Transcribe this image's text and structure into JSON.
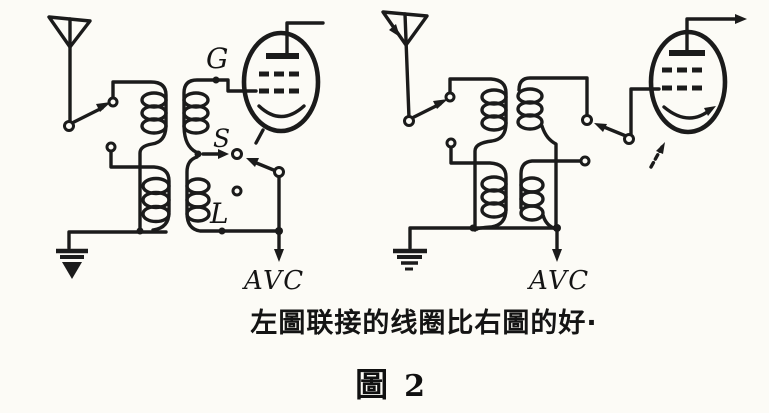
{
  "figure": {
    "caption": "左圖联接的线圈比右圖的好·",
    "label": "圖",
    "number": "2"
  },
  "left_circuit": {
    "labels": {
      "grid": "G",
      "tap": "S",
      "coil": "L",
      "avc": "AVC"
    },
    "components": [
      "antenna-icon",
      "band-switch-icon",
      "antenna-coil-transformer",
      "grid-coil-transformer",
      "vacuum-tube-icon",
      "earth-ground-icon",
      "avc-arrow"
    ]
  },
  "right_circuit": {
    "labels": {
      "avc": "AVC"
    },
    "components": [
      "antenna-icon",
      "band-switch-icon",
      "antenna-coil-transformer",
      "grid-coil-transformer",
      "vacuum-tube-icon",
      "earth-ground-icon",
      "avc-arrow"
    ]
  },
  "colors": {
    "ink": "#1b1b1b",
    "paper": "#fcfbf6"
  }
}
